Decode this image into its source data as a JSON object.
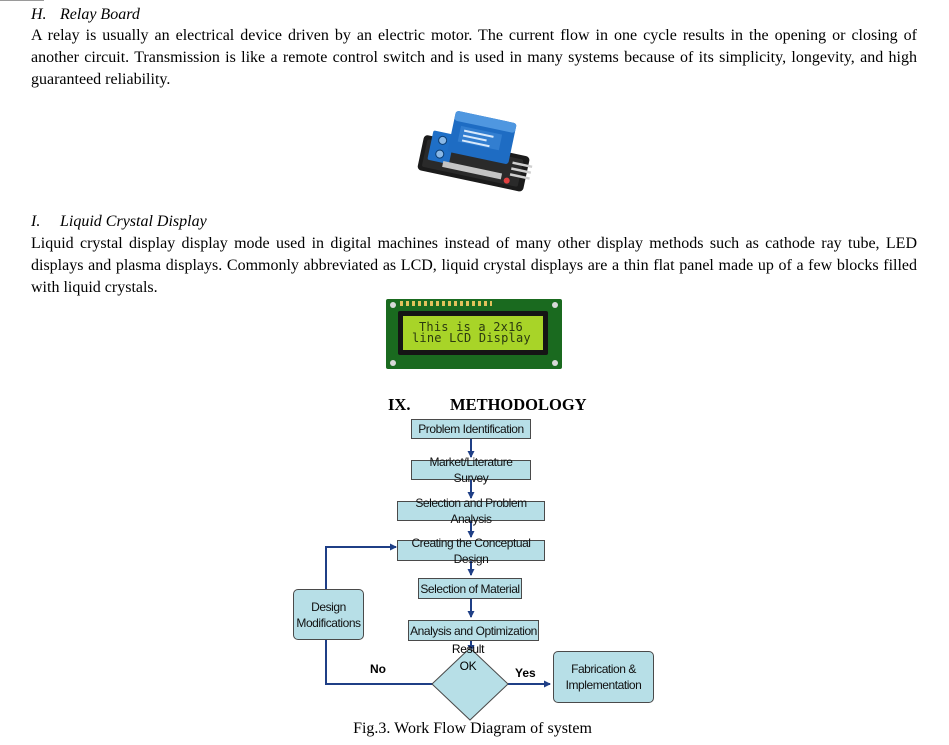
{
  "sectionH": {
    "number": "H.",
    "title": "Relay Board",
    "text": "A relay is usually an electrical device driven by an electric motor. The current flow in one cycle results in the opening or closing of another circuit. Transmission is like a remote control switch and is used in many systems because of its simplicity, longevity, and high guaranteed reliability."
  },
  "sectionI": {
    "number": "I.",
    "title": "Liquid Crystal Display",
    "text": "Liquid crystal display display mode used in digital machines instead of many other display methods such as cathode ray tube, LED displays and plasma displays. Commonly abbreviated as LCD, liquid crystal displays are a thin flat panel made up of a few blocks filled with liquid crystals."
  },
  "lcd": {
    "line1": "This is a 2x16",
    "line2": "line LCD Display"
  },
  "sectionIX": {
    "number": "IX.",
    "title": "METHODOLOGY"
  },
  "flowchart": {
    "steps": [
      "Problem Identification",
      "Market/Literature Survey",
      "Selection and Problem Analysis",
      "Creating the Conceptual Design",
      "Selection of Material",
      "Analysis and Optimization"
    ],
    "decision_line1": "Result",
    "decision_line2": "OK",
    "yes_label": "Yes",
    "no_label": "No",
    "feedback_line1": "Design",
    "feedback_line2": "Modifications",
    "final_line1": "Fabrication &",
    "final_line2": "Implementation",
    "colors": {
      "box_fill": "#b7dfe7",
      "arrow": "#1f3f86"
    }
  },
  "caption": "Fig.3. Work Flow Diagram of system"
}
